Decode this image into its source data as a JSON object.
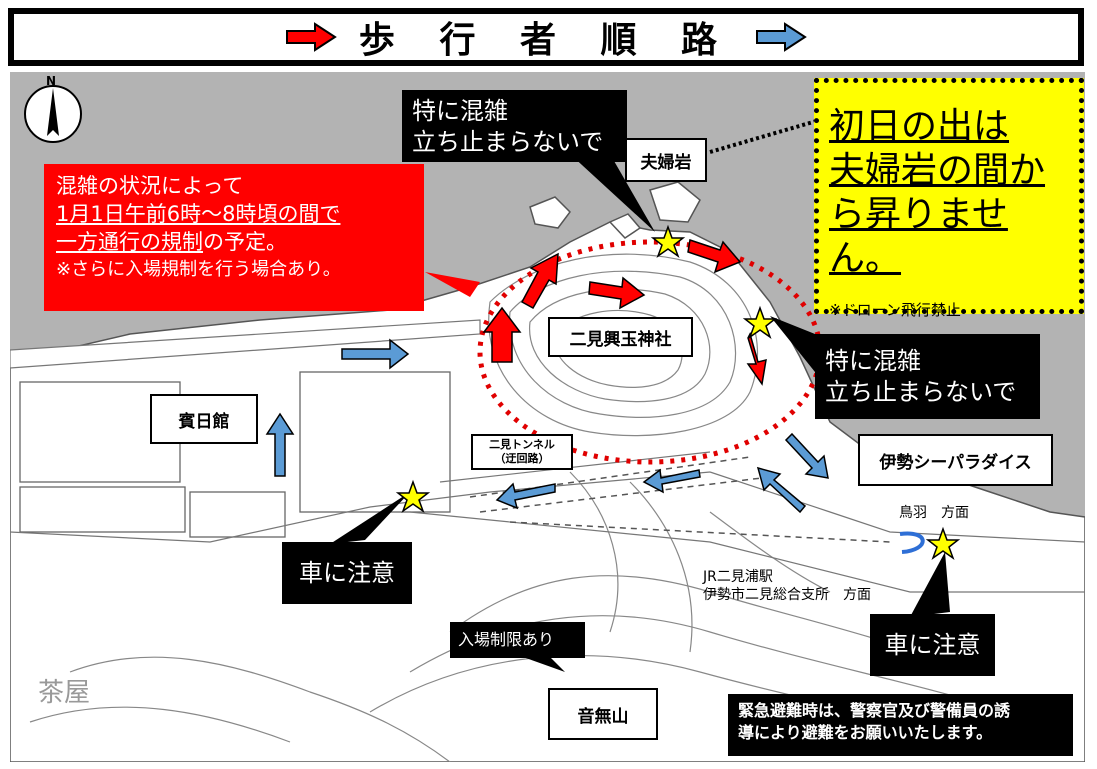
{
  "header": {
    "title": "歩 行 者 順 路"
  },
  "labels": {
    "crowded_top_1": "特に混雑",
    "crowded_top_2": "立ち止まらないで",
    "crowded_right_1": "特に混雑",
    "crowded_right_2": "立ち止まらないで",
    "meoto_iwa": "夫婦岩",
    "shrine": "二見興玉神社",
    "hinkan": "賓日館",
    "tunnel_1": "二見トンネル",
    "tunnel_2": "（迂回路）",
    "ise_sea_paradise": "伊勢シーパラダイス",
    "toba": "鳥羽　方面",
    "jr_station_1": "JR二見浦駅",
    "jr_station_2": "伊勢市二見総合支所　方面",
    "caution_car_left": "車に注意",
    "caution_car_right": "車に注意",
    "entry_limit": "入場制限あり",
    "otonashi_yama": "音無山",
    "chaya": "茶屋"
  },
  "notice_red": {
    "line1": "混雑の状況によって",
    "line2": "1月1日午前6時～8時頃の間で",
    "line3_a": "一方通行の規制",
    "line3_b": "の予定。",
    "line4": "※さらに入場規制を行う場合あり。"
  },
  "notice_yellow": {
    "line1": "初日の出は",
    "line2": "夫婦岩の間か",
    "line3": "ら昇りません。",
    "note": "※ドローン飛行禁止"
  },
  "emergency": {
    "line1": "緊急避難時は、警察官及び警備員の誘",
    "line2": "導により避難をお願いいたします。"
  },
  "compass": {
    "label": "N"
  },
  "colors": {
    "red_arrow": "#ff0000",
    "blue_arrow": "#5b9bd5",
    "sea": "#b3b3b3",
    "land": "#ffffff",
    "notice_red": "#ff0000",
    "notice_yellow": "#ffff00",
    "star": "#ffff00"
  }
}
